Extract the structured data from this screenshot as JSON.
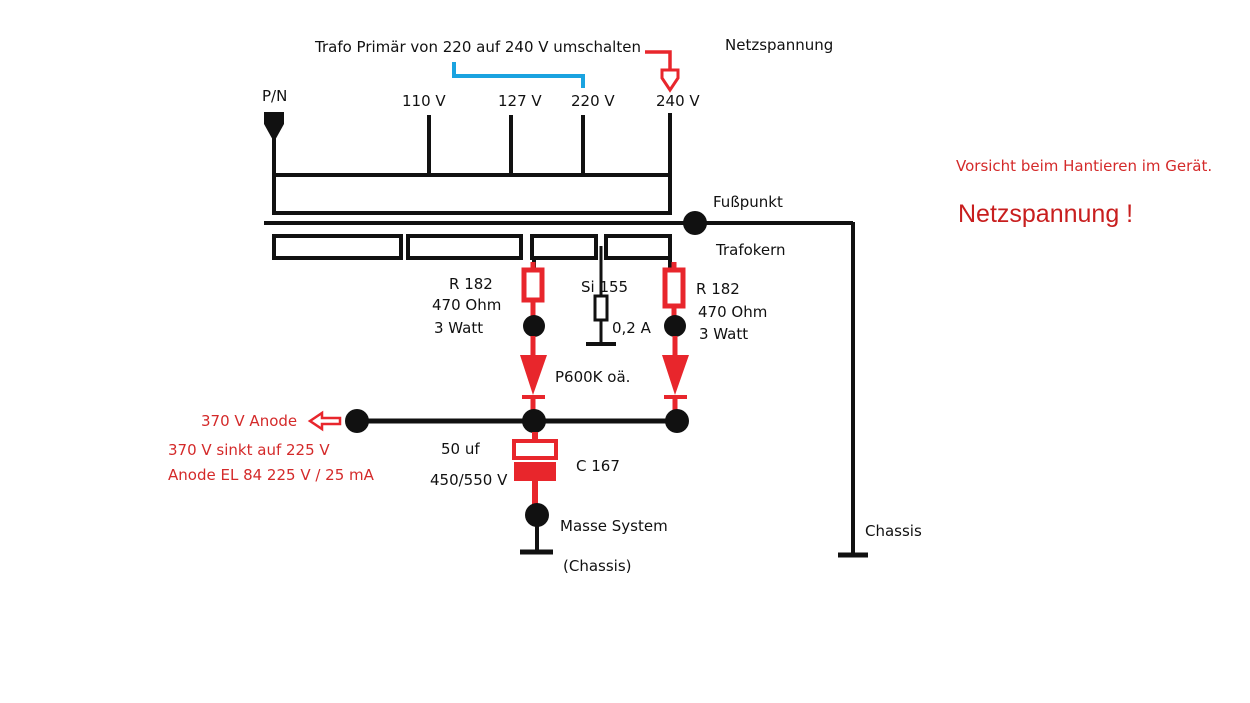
{
  "colors": {
    "line": "#111111",
    "component": "#e8262c",
    "bracket": "#1aa3e0",
    "warning": "#c81e1e",
    "annotation": "#d42a2a"
  },
  "labels": {
    "switch_instruction": "Trafo Primär von 220 auf 240 V umschalten",
    "mains_voltage": "Netzspannung",
    "pn": "P/N",
    "tap_110": "110 V",
    "tap_127": "127 V",
    "tap_220": "220 V",
    "tap_240": "240 V",
    "foot_point": "Fußpunkt",
    "core": "Trafokern",
    "r_left_name": "R 182",
    "r_left_value": "470 Ohm",
    "r_left_power": "3 Watt",
    "r_right_name": "R 182",
    "r_right_value": "470 Ohm",
    "r_right_power": "3 Watt",
    "fuse_name": "Si  155",
    "fuse_rating": "0,2 A",
    "diode": "P600K  oä.",
    "anode_out": "370 V Anode",
    "anode_note1": "370 V sinkt auf 225 V",
    "anode_note2": "Anode EL 84 225 V / 25 mA",
    "cap_value": "50 uf",
    "cap_voltage": "450/550 V",
    "cap_name": "C 167",
    "ground": "Masse System",
    "ground_note": "(Chassis)",
    "chassis": "Chassis"
  },
  "warning": {
    "caution": "Vorsicht beim Hantieren im Gerät.",
    "headline": "Netzspannung !"
  }
}
